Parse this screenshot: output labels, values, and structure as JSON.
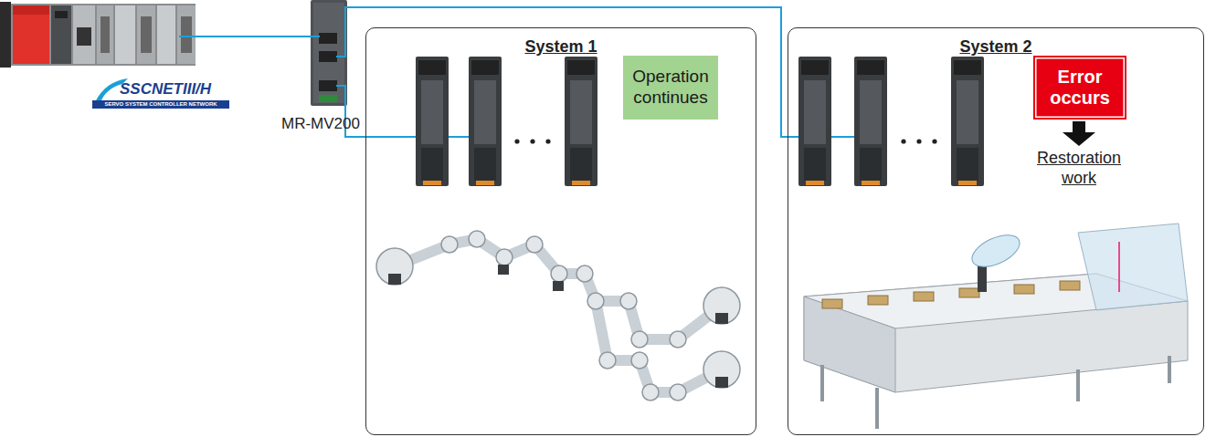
{
  "diagram": {
    "nodes": [
      {
        "text": [
          "System 1"
        ]
      },
      {
        "text": [
          "Operation continues"
        ],
        "in": 0
      },
      {
        "text": [
          "System 2"
        ]
      },
      {
        "text": [
          "Error occurs"
        ],
        "in": 2
      }
    ],
    "labels": [
      "SSCNETIII/H",
      "SERVO SYSTEM CONTROLLER NETWORK",
      "MR-MV200",
      "Restoration work"
    ]
  }
}
